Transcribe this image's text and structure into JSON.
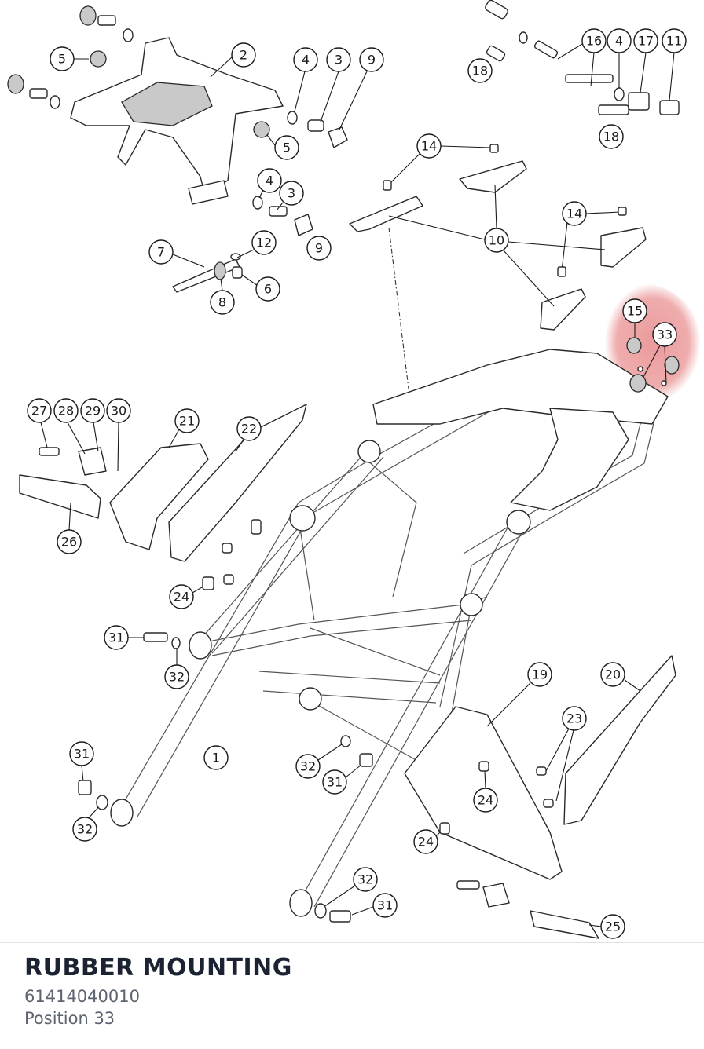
{
  "part": {
    "title": "RUBBER MOUNTING",
    "number": "61414040010",
    "position": "Position 33"
  },
  "highlight_color": "#e8898a",
  "callouts": [
    {
      "label": "1"
    },
    {
      "label": "2"
    },
    {
      "label": "3"
    },
    {
      "label": "3"
    },
    {
      "label": "4"
    },
    {
      "label": "4"
    },
    {
      "label": "4"
    },
    {
      "label": "5"
    },
    {
      "label": "5"
    },
    {
      "label": "6"
    },
    {
      "label": "7"
    },
    {
      "label": "8"
    },
    {
      "label": "9"
    },
    {
      "label": "9"
    },
    {
      "label": "10"
    },
    {
      "label": "11"
    },
    {
      "label": "12"
    },
    {
      "label": "14"
    },
    {
      "label": "14"
    },
    {
      "label": "15"
    },
    {
      "label": "16"
    },
    {
      "label": "17"
    },
    {
      "label": "18"
    },
    {
      "label": "18"
    },
    {
      "label": "19"
    },
    {
      "label": "20"
    },
    {
      "label": "21"
    },
    {
      "label": "22"
    },
    {
      "label": "23"
    },
    {
      "label": "24"
    },
    {
      "label": "24"
    },
    {
      "label": "24"
    },
    {
      "label": "25"
    },
    {
      "label": "26"
    },
    {
      "label": "27"
    },
    {
      "label": "28"
    },
    {
      "label": "29"
    },
    {
      "label": "30"
    },
    {
      "label": "31"
    },
    {
      "label": "31"
    },
    {
      "label": "31"
    },
    {
      "label": "31"
    },
    {
      "label": "32"
    },
    {
      "label": "32"
    },
    {
      "label": "32"
    },
    {
      "label": "32"
    },
    {
      "label": "33"
    }
  ]
}
